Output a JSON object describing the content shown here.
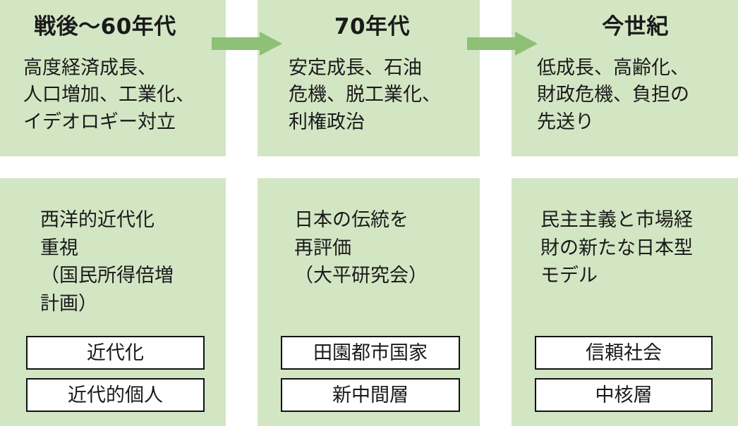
{
  "colors": {
    "panel_bg": "#d3e6c4",
    "arrow": "#8ec077",
    "box_bg": "#ffffff",
    "box_border": "#111111",
    "text": "#1a1a1a"
  },
  "eras": [
    {
      "heading": "戦後〜60年代",
      "description": "高度経済成長、\n人口増加、工業化、\nイデオロギー対立"
    },
    {
      "heading": "70年代",
      "description": "安定成長、石油\n危機、脱工業化、\n利権政治"
    },
    {
      "heading": "今世紀",
      "description": "低成長、高齢化、\n財政危機、負担の\n先送り"
    }
  ],
  "concepts": [
    {
      "description": "西洋的近代化\n重視\n（国民所得倍増\n計画）",
      "keywords": [
        "近代化",
        "近代的個人"
      ]
    },
    {
      "description": "日本の伝統を\n再評価\n（大平研究会）",
      "keywords": [
        "田園都市国家",
        "新中間層"
      ]
    },
    {
      "description": "民主主義と市場経\n財の新たな日本型\nモデル",
      "keywords": [
        "信頼社会",
        "中核層"
      ]
    }
  ],
  "arrows": [
    {
      "icon": "arrow-right-icon"
    },
    {
      "icon": "arrow-right-icon"
    }
  ]
}
